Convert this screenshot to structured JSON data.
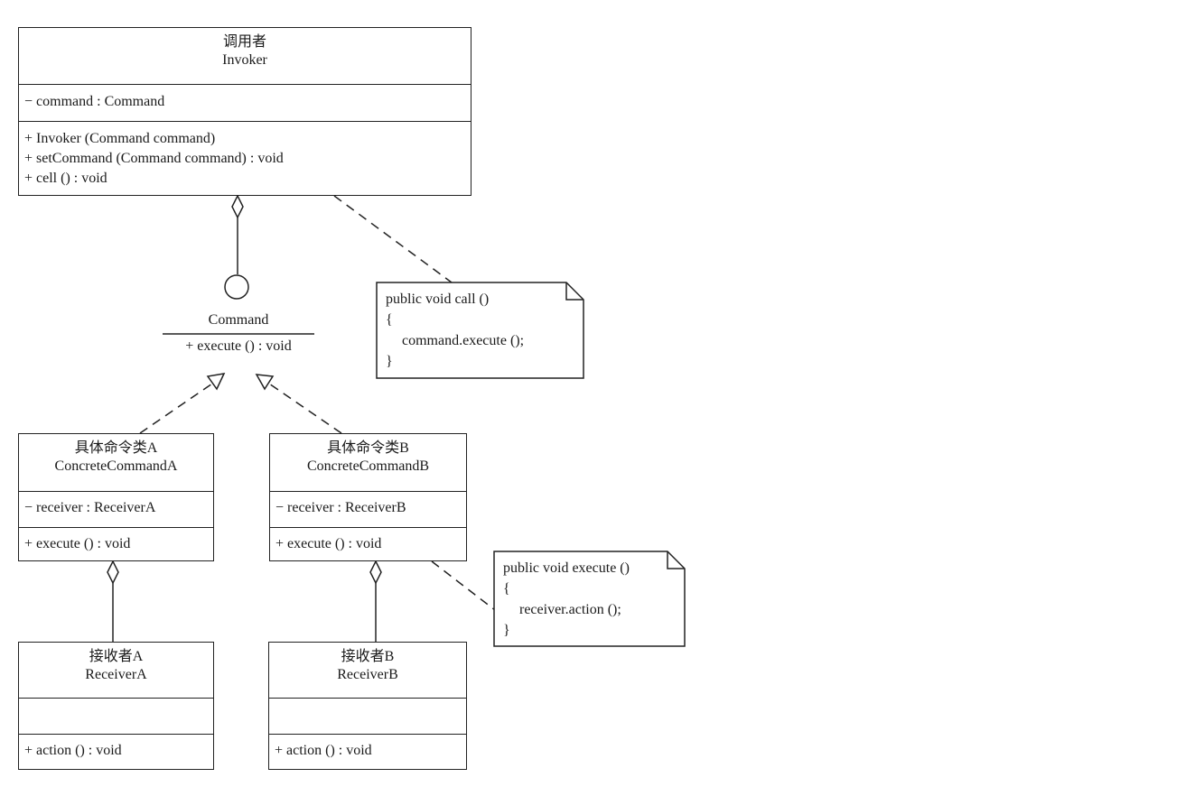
{
  "invoker": {
    "name_cn": "调用者",
    "name": "Invoker",
    "attributes": [
      "− command : Command"
    ],
    "methods": [
      "+ Invoker (Command command)",
      "+ setCommand (Command command) : void",
      "+ cell () : void"
    ]
  },
  "command": {
    "name": "Command",
    "methods": [
      "+ execute () : void"
    ]
  },
  "note_invoker": {
    "lines": [
      "public void call ()",
      "{",
      "command.execute ();",
      "}"
    ]
  },
  "concrete_a": {
    "name_cn": "具体命令类A",
    "name": "ConcreteCommandA",
    "attributes": [
      "− receiver : ReceiverA"
    ],
    "methods": [
      "+ execute () : void"
    ]
  },
  "concrete_b": {
    "name_cn": "具体命令类B",
    "name": "ConcreteCommandB",
    "attributes": [
      "− receiver : ReceiverB"
    ],
    "methods": [
      "+ execute () : void"
    ]
  },
  "note_concrete": {
    "lines": [
      "public void execute ()",
      "{",
      "receiver.action ();",
      "}"
    ]
  },
  "receiver_a": {
    "name_cn": "接收者A",
    "name": "ReceiverA",
    "methods": [
      "+ action () : void"
    ]
  },
  "receiver_b": {
    "name_cn": "接收者B",
    "name": "ReceiverB",
    "methods": [
      "+ action () : void"
    ]
  }
}
